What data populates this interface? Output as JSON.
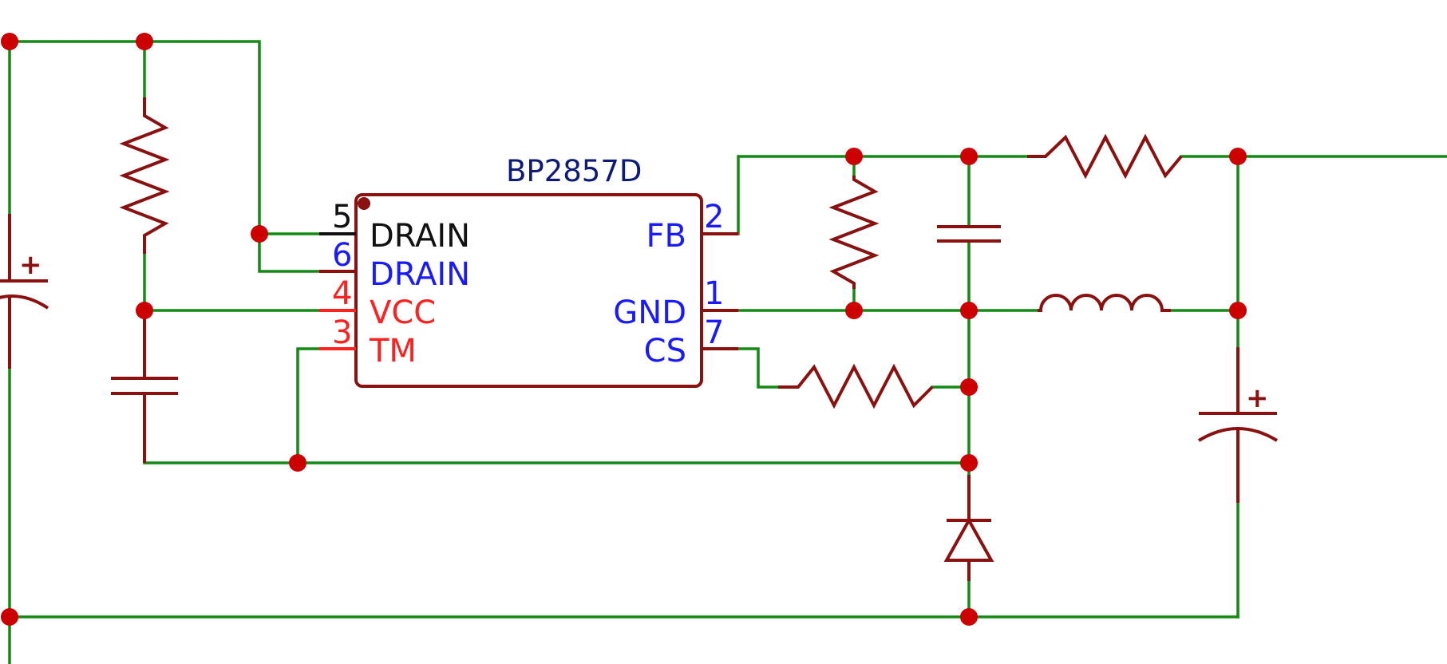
{
  "ic": {
    "part": "BP2857D",
    "left_pins": [
      {
        "num": "5",
        "name": "DRAIN",
        "color": "#111111"
      },
      {
        "num": "6",
        "name": "DRAIN",
        "color": "#1a1aff"
      },
      {
        "num": "4",
        "name": "VCC",
        "color": "#ff2020"
      },
      {
        "num": "3",
        "name": "TM",
        "color": "#ff2020"
      }
    ],
    "right_pins": [
      {
        "num": "2",
        "name": "FB",
        "color": "#1a1aff"
      },
      {
        "num": "1",
        "name": "GND",
        "color": "#1a1aff"
      },
      {
        "num": "7",
        "name": "CS",
        "color": "#1a1aff"
      }
    ]
  },
  "capacitor_symbols": {
    "polarity_mark": "+"
  },
  "colors": {
    "wire": "#138a13",
    "component": "#8b1010",
    "junction": "#cc0000",
    "title": "#0d1a7a"
  }
}
